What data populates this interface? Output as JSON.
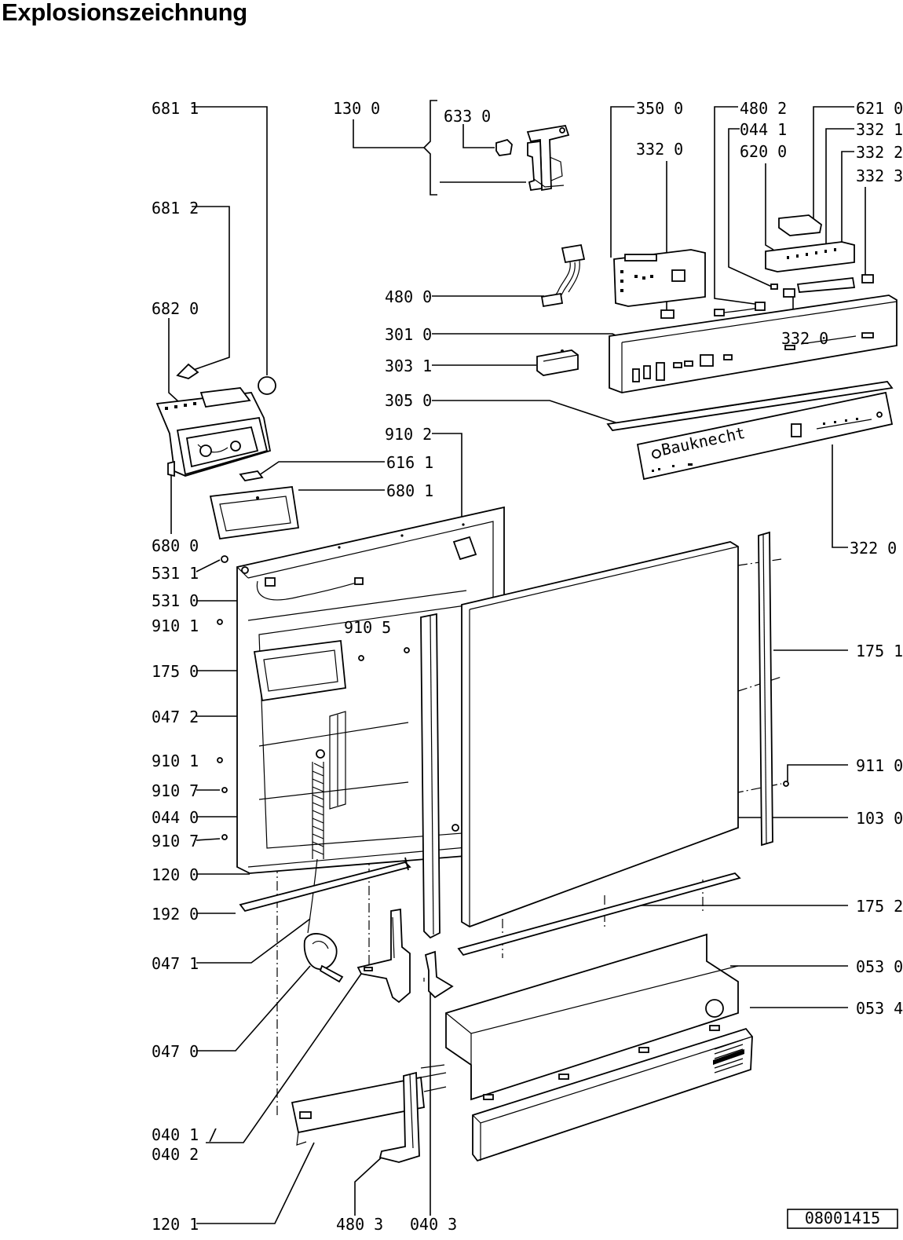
{
  "title": "Explosionszeichnung",
  "drawing_number": "08001415",
  "brand_text": "Bauknecht",
  "callouts": [
    {
      "id": "681_1",
      "label": "681 1"
    },
    {
      "id": "681_2",
      "label": "681 2"
    },
    {
      "id": "682_0",
      "label": "682 0"
    },
    {
      "id": "130_0",
      "label": "130 0"
    },
    {
      "id": "633_0",
      "label": "633 0"
    },
    {
      "id": "350_0",
      "label": "350 0"
    },
    {
      "id": "332_0a",
      "label": "332 0"
    },
    {
      "id": "480_2",
      "label": "480 2"
    },
    {
      "id": "044_1",
      "label": "044 1"
    },
    {
      "id": "620_0",
      "label": "620 0"
    },
    {
      "id": "621_0",
      "label": "621 0"
    },
    {
      "id": "332_1",
      "label": "332 1"
    },
    {
      "id": "332_2",
      "label": "332 2"
    },
    {
      "id": "332_3",
      "label": "332 3"
    },
    {
      "id": "480_0",
      "label": "480 0"
    },
    {
      "id": "301_0",
      "label": "301 0"
    },
    {
      "id": "332_0b",
      "label": "332 0"
    },
    {
      "id": "303_1",
      "label": "303 1"
    },
    {
      "id": "305_0",
      "label": "305 0"
    },
    {
      "id": "910_2",
      "label": "910 2"
    },
    {
      "id": "616_1",
      "label": "616 1"
    },
    {
      "id": "680_1",
      "label": "680 1"
    },
    {
      "id": "680_0",
      "label": "680 0"
    },
    {
      "id": "322_0",
      "label": "322 0"
    },
    {
      "id": "531_1",
      "label": "531 1"
    },
    {
      "id": "531_0",
      "label": "531 0"
    },
    {
      "id": "910_1a",
      "label": "910 1"
    },
    {
      "id": "910_5",
      "label": "910 5"
    },
    {
      "id": "175_0",
      "label": "175 0"
    },
    {
      "id": "175_1",
      "label": "175 1"
    },
    {
      "id": "047_2",
      "label": "047 2"
    },
    {
      "id": "910_1b",
      "label": "910 1"
    },
    {
      "id": "911_0",
      "label": "911 0"
    },
    {
      "id": "910_7a",
      "label": "910 7"
    },
    {
      "id": "044_0",
      "label": "044 0"
    },
    {
      "id": "103_0",
      "label": "103 0"
    },
    {
      "id": "910_7b",
      "label": "910 7"
    },
    {
      "id": "120_0",
      "label": "120 0"
    },
    {
      "id": "192_0",
      "label": "192 0"
    },
    {
      "id": "175_2",
      "label": "175 2"
    },
    {
      "id": "047_1",
      "label": "047 1"
    },
    {
      "id": "053_0",
      "label": "053 0"
    },
    {
      "id": "053_4",
      "label": "053 4"
    },
    {
      "id": "047_0",
      "label": "047 0"
    },
    {
      "id": "040_1",
      "label": "040 1 /"
    },
    {
      "id": "040_2",
      "label": "040 2"
    },
    {
      "id": "120_1",
      "label": "120 1"
    },
    {
      "id": "480_3",
      "label": "480 3"
    },
    {
      "id": "040_3",
      "label": "040 3"
    }
  ]
}
